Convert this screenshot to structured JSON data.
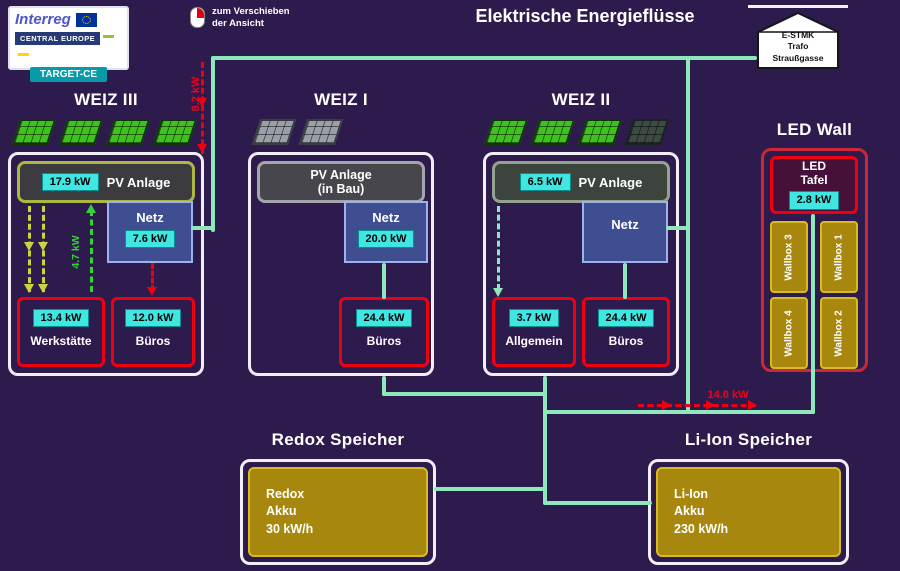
{
  "colors": {
    "background": "#2e1b4d",
    "flow_line_green": "#8fe8bc",
    "badge_cyan": "#3fe6e2",
    "alert_red": "#ee0011",
    "pv_feed_green": "#34d334",
    "pv_yellow": "#c8d63e",
    "storage_yellow": "#a8870e",
    "netz_blue": "#3f4e90"
  },
  "logo": {
    "brand": "Interreg",
    "program": "CENTRAL EUROPE",
    "project": "TARGET-CE"
  },
  "header": {
    "pan_hint_line1": "zum Verschieben",
    "pan_hint_line2": "der Ansicht",
    "title": "Elektrische Energieflüsse",
    "trafo_line1": "E-STMK",
    "trafo_line2": "Trafo",
    "trafo_line3": "Straußgasse"
  },
  "flows": {
    "grid_import": "8.2 kW",
    "pv_feed": "4.7 kW",
    "to_led_storage": "14.0 kW"
  },
  "weiz3": {
    "title": "WEIZ III",
    "pv_label": "PV Anlage",
    "pv_power": "17.9 kW",
    "netz_label": "Netz",
    "netz_power": "7.6 kW",
    "load1_power": "13.4 kW",
    "load1_label": "Werkstätte",
    "load2_power": "12.0 kW",
    "load2_label": "Büros"
  },
  "weiz1": {
    "title": "WEIZ I",
    "pv_label": "PV Anlage\n(in Bau)",
    "netz_label": "Netz",
    "netz_power": "20.0 kW",
    "load1_power": "24.4 kW",
    "load1_label": "Büros"
  },
  "weiz2": {
    "title": "WEIZ II",
    "pv_label": "PV Anlage",
    "pv_power": "6.5 kW",
    "netz_label": "Netz",
    "load1_power": "3.7 kW",
    "load1_label": "Allgemein",
    "load2_power": "24.4 kW",
    "load2_label": "Büros"
  },
  "ledwall": {
    "title": "LED Wall",
    "panel_label": "LED\nTafel",
    "panel_power": "2.8 kW",
    "wallbox_tl": "Wallbox 3",
    "wallbox_tr": "Wallbox 1",
    "wallbox_bl": "Wallbox 4",
    "wallbox_br": "Wallbox 2"
  },
  "storage": {
    "redox_title": "Redox Speicher",
    "redox_label": "Redox\nAkku\n30 kW/h",
    "liion_title": "Li-Ion Speicher",
    "liion_label": "Li-Ion\nAkku\n230 kW/h"
  }
}
